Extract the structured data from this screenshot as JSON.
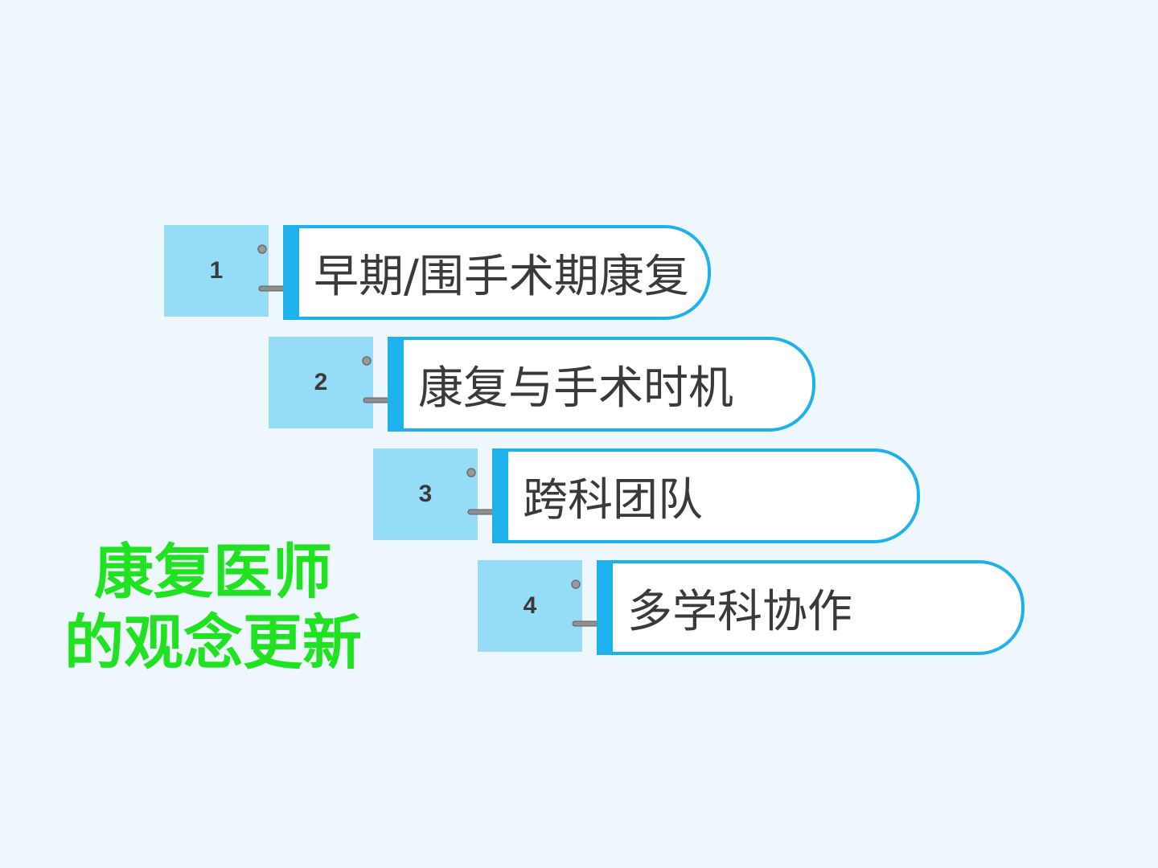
{
  "title": {
    "line1": "康复医师",
    "line2": "的观念更新"
  },
  "steps": [
    {
      "number": "1",
      "label": "早期/围手术期康复"
    },
    {
      "number": "2",
      "label": "康复与手术时机"
    },
    {
      "number": "3",
      "label": "跨科团队"
    },
    {
      "number": "4",
      "label": "多学科协作"
    }
  ],
  "colors": {
    "background": "#eef7fd",
    "number_box": "#95ddf7",
    "label_border": "#1eb1ec",
    "title_green": "#21e221",
    "text": "#3a3a3a"
  }
}
